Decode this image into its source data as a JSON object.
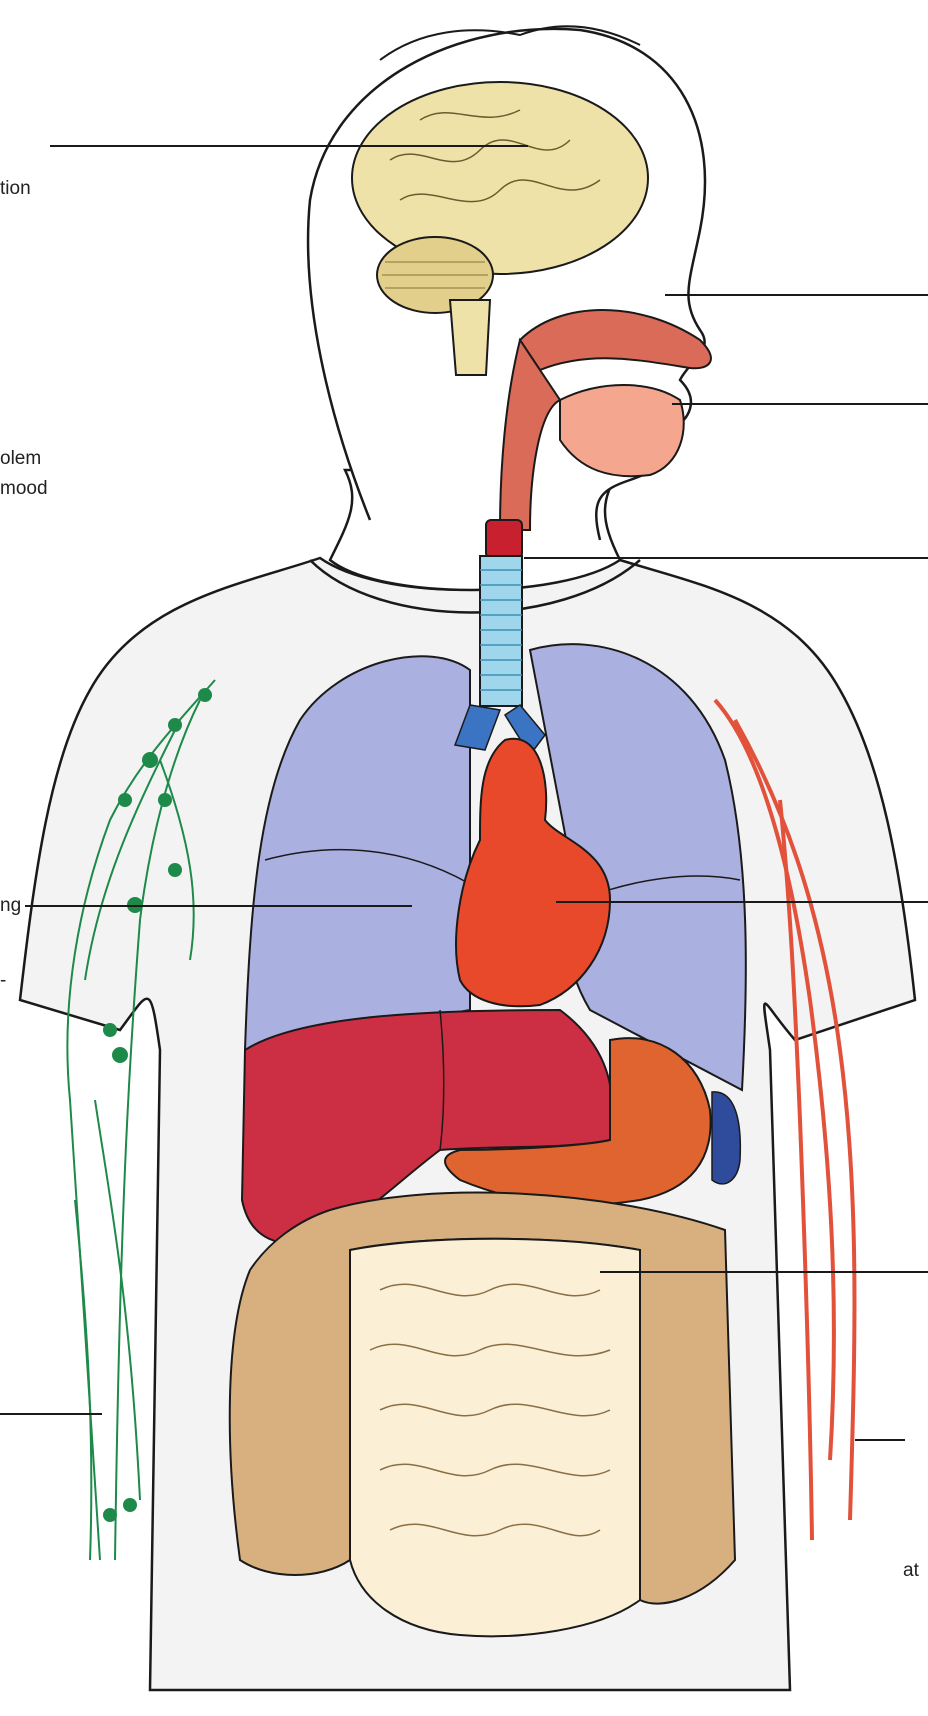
{
  "colors": {
    "outline": "#1a1a1a",
    "brain": "#efe2a8",
    "cerebellum": "#e3cf8c",
    "lungs": "#aab0df",
    "heart": "#e8492a",
    "liver": "#cc2e44",
    "stomach": "#df6430",
    "spleen": "#2f4b9c",
    "large_intestine": "#d8b080",
    "small_intestine": "#fbefd6",
    "trachea": "#9fd6ec",
    "airway": "#d96b58",
    "lymph": "#1e8a4a",
    "artery": "#e2513a",
    "shirt": "#f3f3f3"
  },
  "label_fragments": {
    "left_1": "tion",
    "left_2": "olem",
    "left_3": "mood",
    "left_4": "ng",
    "left_5": "-",
    "right_1": "at"
  }
}
